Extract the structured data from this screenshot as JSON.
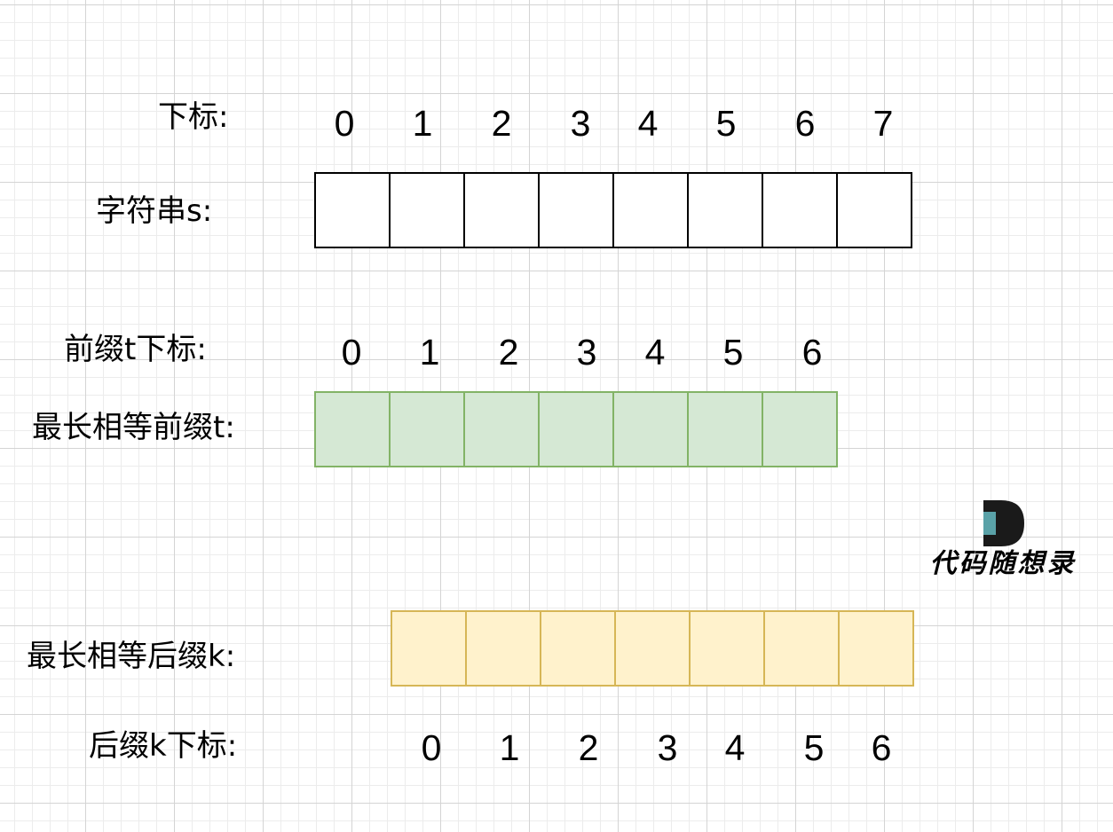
{
  "rows": {
    "s_index": {
      "label": "下标:",
      "indices": [
        "0",
        "1",
        "2",
        "3",
        "4",
        "5",
        "6",
        "7"
      ]
    },
    "s": {
      "label": "字符串s:",
      "cells": 8,
      "fill": "#ffffff",
      "stroke": "#000000"
    },
    "t_index": {
      "label": "前缀t下标:",
      "indices": [
        "0",
        "1",
        "2",
        "3",
        "4",
        "5",
        "6"
      ]
    },
    "t": {
      "label": "最长相等前缀t:",
      "cells": 7,
      "fill": "#d5e8d4",
      "stroke": "#82b366"
    },
    "k": {
      "label": "最长相等后缀k:",
      "cells": 7,
      "fill": "#fff2cc",
      "stroke": "#d6b656"
    },
    "k_index": {
      "label": "后缀k下标:",
      "indices": [
        "0",
        "1",
        "2",
        "3",
        "4",
        "5",
        "6"
      ]
    }
  },
  "logo": {
    "text": "代码随想录"
  }
}
